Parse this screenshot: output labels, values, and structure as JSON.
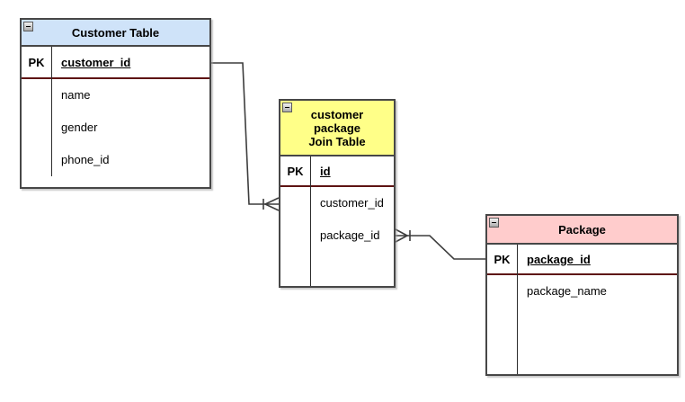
{
  "diagram_type": "entity-relationship",
  "tables": [
    {
      "id": "customer",
      "title": "Customer Table",
      "header_color": "#cfe3f9",
      "collapse_icon": "minus",
      "pk_label": "PK",
      "pk_field": "customer_id",
      "fields": [
        "name",
        "gender",
        "phone_id"
      ]
    },
    {
      "id": "join",
      "title": "customer package Join Table",
      "title_lines": [
        "customer",
        "package",
        "Join Table"
      ],
      "header_color": "#ffff88",
      "collapse_icon": "minus",
      "pk_label": "PK",
      "pk_field": "id",
      "fields": [
        "customer_id",
        "package_id"
      ]
    },
    {
      "id": "package",
      "title": "Package",
      "header_color": "#ffcccc",
      "collapse_icon": "minus",
      "pk_label": "PK",
      "pk_field": "package_name_pk",
      "pk_field_label": "package_id",
      "fields": [
        "package_name"
      ]
    }
  ],
  "relationships": [
    {
      "from_table": "Customer Table",
      "from_field": "customer_id",
      "to_table": "customer package Join Table",
      "to_field": "customer_id",
      "notation_at_join_end": "one-or-many-crow-foot",
      "notation_at_other_end": "plain"
    },
    {
      "from_table": "Package",
      "from_field": "package_id",
      "to_table": "customer package Join Table",
      "to_field": "package_id",
      "notation_at_join_end": "one-or-many-crow-foot",
      "notation_at_other_end": "plain"
    }
  ],
  "colors": {
    "customer_header": "#cfe3f9",
    "join_header": "#ffff88",
    "package_header": "#ffcccc",
    "pk_separator_line": "#5e1413",
    "table_border": "#474747",
    "connector_line": "#3d3d3d",
    "background": "#ffffff"
  }
}
